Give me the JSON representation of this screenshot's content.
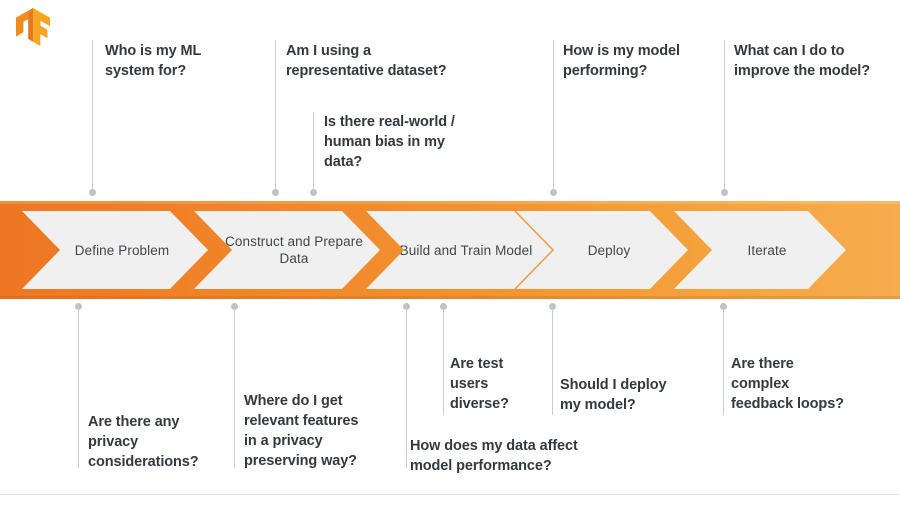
{
  "logo": {
    "name": "tensorflow-logo",
    "colors": {
      "light": "#F5A623",
      "mid": "#EE8C1F",
      "dark": "#E87722"
    }
  },
  "band": {
    "gradient_from": "#EE7623",
    "gradient_to": "#F6AD4E",
    "chevron_fill": "#F0F0F0",
    "stages": [
      {
        "id": "define-problem",
        "label": "Define\nProblem"
      },
      {
        "id": "construct-prepare-data",
        "label": "Construct\nand Prepare\nData"
      },
      {
        "id": "build-train-model",
        "label": "Build and\nTrain Model"
      },
      {
        "id": "deploy",
        "label": "Deploy"
      },
      {
        "id": "iterate",
        "label": "Iterate"
      }
    ]
  },
  "callouts_top": [
    {
      "id": "who-is-my-ml-system-for",
      "text": "Who is my ML\nsystem for?"
    },
    {
      "id": "representative-dataset",
      "text": "Am I using a\nrepresentative dataset?"
    },
    {
      "id": "real-world-human-bias",
      "text": "Is there real-world /\nhuman bias in my\ndata?"
    },
    {
      "id": "how-is-my-model-performing",
      "text": "How is my model\nperforming?"
    },
    {
      "id": "improve-the-model",
      "text": "What can I do to\nimprove the model?"
    }
  ],
  "callouts_bottom": [
    {
      "id": "privacy-considerations",
      "text": "Are there any\nprivacy\nconsiderations?"
    },
    {
      "id": "relevant-features-privacy",
      "text": "Where do I get\nrelevant features\nin a privacy\npreserving way?"
    },
    {
      "id": "are-test-users-diverse",
      "text": "Are test\nusers\ndiverse?"
    },
    {
      "id": "data-affect-model-performance",
      "text": "How does my data affect\nmodel performance?"
    },
    {
      "id": "should-i-deploy-my-model",
      "text": "Should I deploy\nmy model?"
    },
    {
      "id": "complex-feedback-loops",
      "text": "Are there\ncomplex\nfeedback loops?"
    }
  ]
}
